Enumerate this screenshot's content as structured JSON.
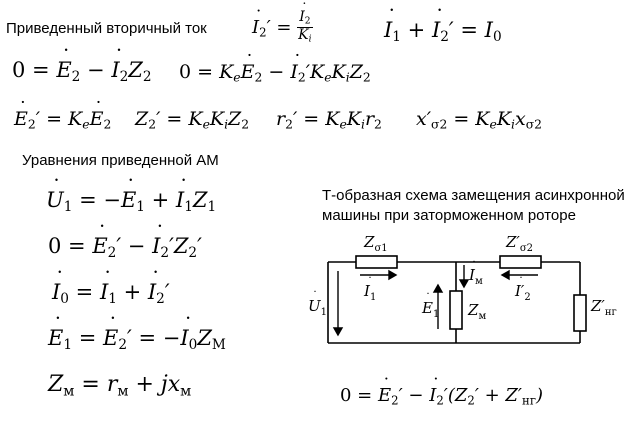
{
  "header": {
    "reduced_current_label": "Приведенный вторичный ток"
  },
  "section2": {
    "title": "Уравнения приведенной АМ"
  },
  "diagram": {
    "title_line1": "Т-образная схема замещения асинхронной",
    "title_line2": "машины при заторможенном роторе",
    "z_s1": "Z",
    "z_s1_sub": "σ1",
    "z_s2": "Z′",
    "z_s2_sub": "σ2",
    "z_m": "Z",
    "z_m_sub": "м",
    "z_ng": "Z′",
    "z_ng_sub": "нг",
    "i1": "I",
    "i1_sub": "1",
    "im": "I",
    "im_sub": "м",
    "i2": "I′",
    "i2_sub": "2",
    "e1": "E",
    "e1_sub": "1",
    "u1": "U",
    "u1_sub": "1"
  }
}
